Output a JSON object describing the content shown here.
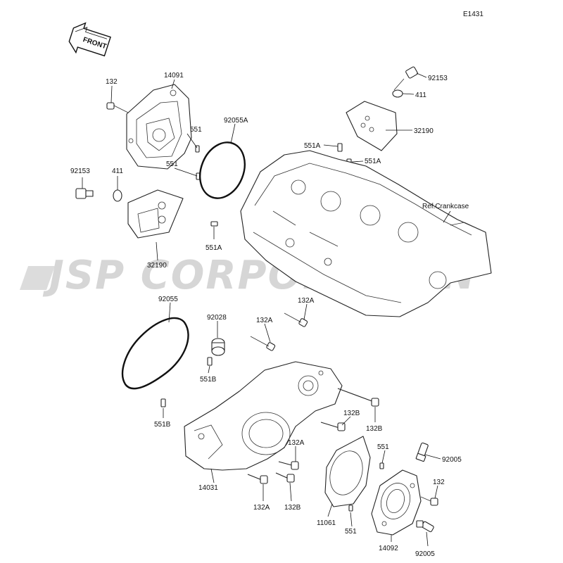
{
  "diagram_id": "E1431",
  "front_label": "FRONT",
  "watermark": "JSP CORPORATION",
  "ref_label": "Ref.Crankcase",
  "labels": {
    "p132_top": "132",
    "p14091": "14091",
    "p551_a": "551",
    "p551_b": "551",
    "p92055A": "92055A",
    "p92153_left": "92153",
    "p411_left": "411",
    "p32190_left": "32190",
    "p551A_left": "551A",
    "p92153_right": "92153",
    "p411_right": "411",
    "p32190_right": "32190",
    "p551A_top": "551A",
    "p551A_mid": "551A",
    "p92055": "92055",
    "p92028": "92028",
    "p132A_top": "132A",
    "p132A_mid": "132A",
    "p551B_top": "551B",
    "p551B_left": "551B",
    "p132B_right": "132B",
    "p132B_mid": "132B",
    "p132A_low": "132A",
    "p551_low": "551",
    "p92005_top": "92005",
    "p132_low": "132",
    "p14031": "14031",
    "p132A_bottom": "132A",
    "p132B_bottom": "132B",
    "p11061": "11061",
    "p551_bottom": "551",
    "p14092": "14092",
    "p92005_bottom": "92005"
  }
}
